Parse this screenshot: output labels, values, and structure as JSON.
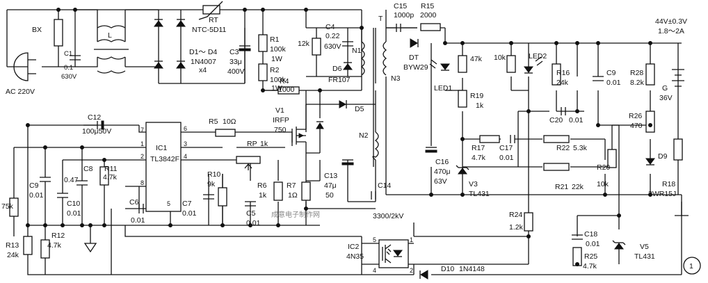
{
  "labels": {
    "bx": "BX",
    "l": "L",
    "ac": "AC 220V",
    "c1": "C1",
    "c1v": "0.1",
    "c1r": "630V",
    "rt": "RT",
    "rtv": "NTC-5D11",
    "d14": "D1～ D4",
    "d14v": "1N4007",
    "d14n": "x4",
    "c3": "C3",
    "c3v": "33μ",
    "c3r": "400V",
    "r1": "R1",
    "r1v": "100k",
    "r1p": "1W",
    "r2": "R2",
    "r2v": "100k",
    "r2p": "1W",
    "r4": "R4",
    "r4v": "1000",
    "r12k": "12k",
    "c4": "C4",
    "c4v": "0.22",
    "c4r": "630V",
    "t": "T",
    "n1": "N1",
    "d6": "D6",
    "d6v": "FR107",
    "c15": "C15",
    "c15v": "1000p",
    "r15": "R15",
    "r15v": "2000",
    "dt": "DT",
    "dtv": "BYW29",
    "n3": "N3",
    "r47k": "47k",
    "led1": "LED1",
    "r19": "R19",
    "r19v": "1k",
    "r10k": "10k",
    "led2": "LED2",
    "r16": "R16",
    "r16v": "24k",
    "c9b": "C9",
    "c9bv": "0.01",
    "r28": "R28",
    "r28v": "8.2k",
    "out": "44V±0.3V",
    "out2": "1.8～2A",
    "g": "G",
    "gv": "36V",
    "c12": "C12",
    "c12v": "100μ50V",
    "ic1": "IC1",
    "ic1v": "TL3842F",
    "r5": "R5",
    "r5v": "10Ω",
    "v1": "V1",
    "v1v": "IRFP",
    "v1n": "750",
    "d5": "D5",
    "n2": "N2",
    "rp": "RP",
    "rpv": "1k",
    "r10": "R10",
    "r10v": "9k",
    "r6": "R6",
    "r6v": "1k",
    "r7": "R7",
    "r7v": "1Ω",
    "c13": "C13",
    "c13v": "47μ",
    "c13r": "50",
    "c16": "C16",
    "c16v": "470μ",
    "c16r": "63V",
    "r17": "R17",
    "r17v": "4.7k",
    "c17": "C17",
    "c17v": "0.01",
    "c20": "C20",
    "c20v": "0.01",
    "r22": "R22",
    "r22v": "5.3k",
    "r26": "R26",
    "r26v": "470",
    "d9": "D9",
    "v3": "V3",
    "v3v": "TL431",
    "r21": "R21",
    "r21v": "22k",
    "r20": "R20",
    "r20v": "10k",
    "r18": "R18",
    "r18v": "3WR15J",
    "c9": "C9",
    "c9v": "0.01",
    "c8": "C8",
    "c8v": "0.47",
    "c10": "C10",
    "c10v": "0.01",
    "r11": "R11",
    "r11v": "4.7k",
    "r75k": "75k",
    "r13": "R13",
    "r13v": "24k",
    "r12": "R12",
    "r12v": "4.7k",
    "c6": "C6",
    "c6v": "0.01",
    "c7": "C7",
    "c7v": "0.01",
    "c5": "C5",
    "c5v": "0.01",
    "c14": "C14",
    "c14v": "3300/2kV",
    "ic2": "IC2",
    "ic2v": "4N35",
    "d10": "D10",
    "d10v": "1N4148",
    "r24": "R24",
    "r24v": "1.2k",
    "c18": "C18",
    "c18v": "0.01",
    "r25": "R25",
    "r25v": "4.7k",
    "v5": "V5",
    "v5v": "TL431",
    "fig": "1",
    "watermark": "成意电子制作网",
    "p1": "1",
    "p2": "2",
    "p3": "3",
    "p4": "4",
    "p5": "5",
    "p6": "6",
    "p7": "7",
    "p8": "8",
    "o1": "1",
    "o2": "2",
    "o4": "4",
    "o5": "5"
  }
}
